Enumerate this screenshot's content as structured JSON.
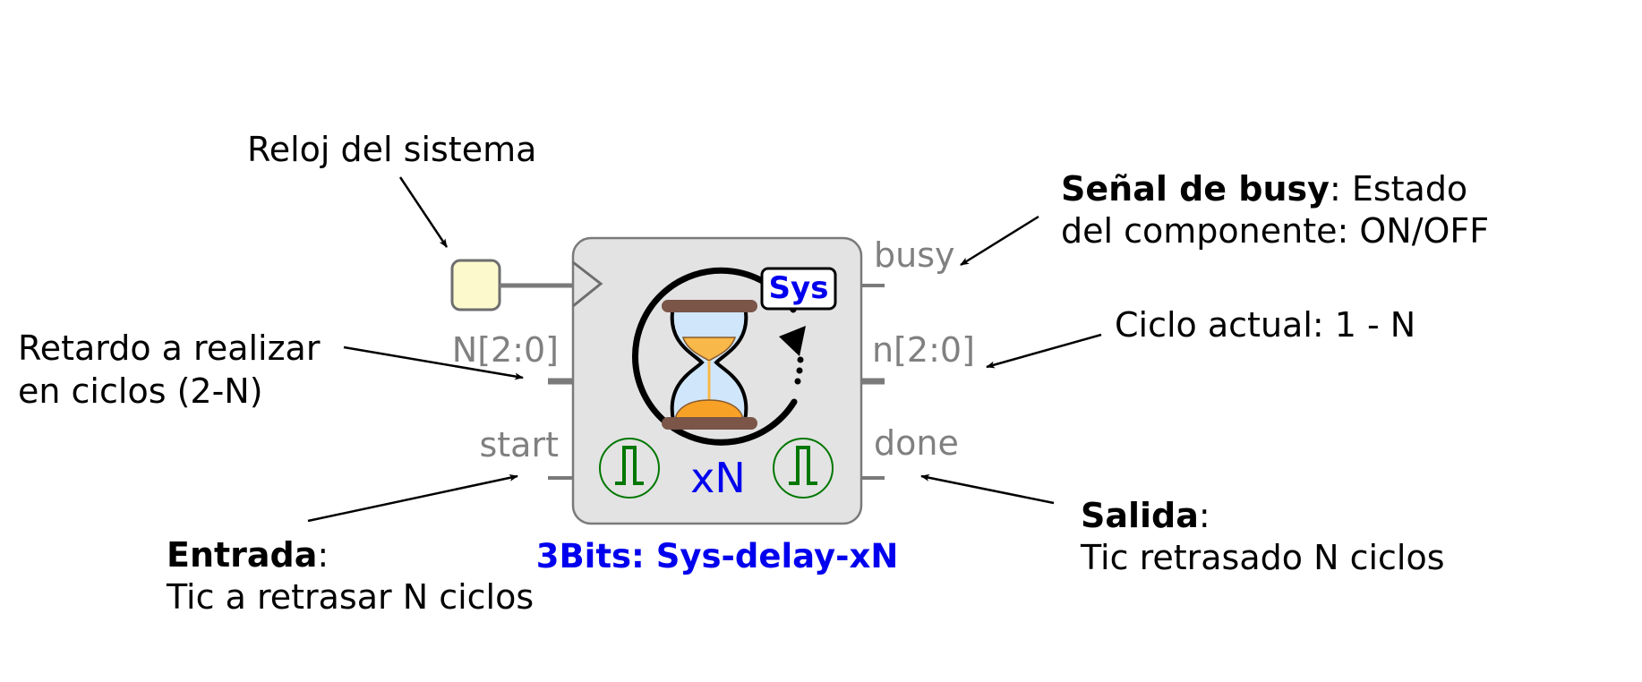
{
  "block": {
    "title": "3Bits: Sys-delay-xN",
    "badge": "Sys",
    "multiplier": "xN",
    "ports": {
      "busy": "busy",
      "n_in": "N[2:0]",
      "n_out": "n[2:0]",
      "start": "start",
      "done": "done"
    }
  },
  "annotations": {
    "clock": "Reloj del sistema",
    "delay_line1": "Retardo a realizar",
    "delay_line2": "en ciclos (2-N)",
    "busy_bold": "Señal de busy",
    "busy_rest": ": Estado",
    "busy_line2": "del componente: ON/OFF",
    "cycle": "Ciclo actual: 1 - N",
    "input_bold": "Entrada",
    "input_colon": ":",
    "input_line2": "Tic a retrasar N ciclos",
    "output_bold": "Salida",
    "output_colon": ":",
    "output_line2": "Tic retrasado N ciclos"
  },
  "colors": {
    "title": "#0000ee",
    "block_fill": "#e3e3e3",
    "clock_fill": "#fcfacc",
    "pulse_icon": "#007700",
    "port_label": "#808080"
  }
}
